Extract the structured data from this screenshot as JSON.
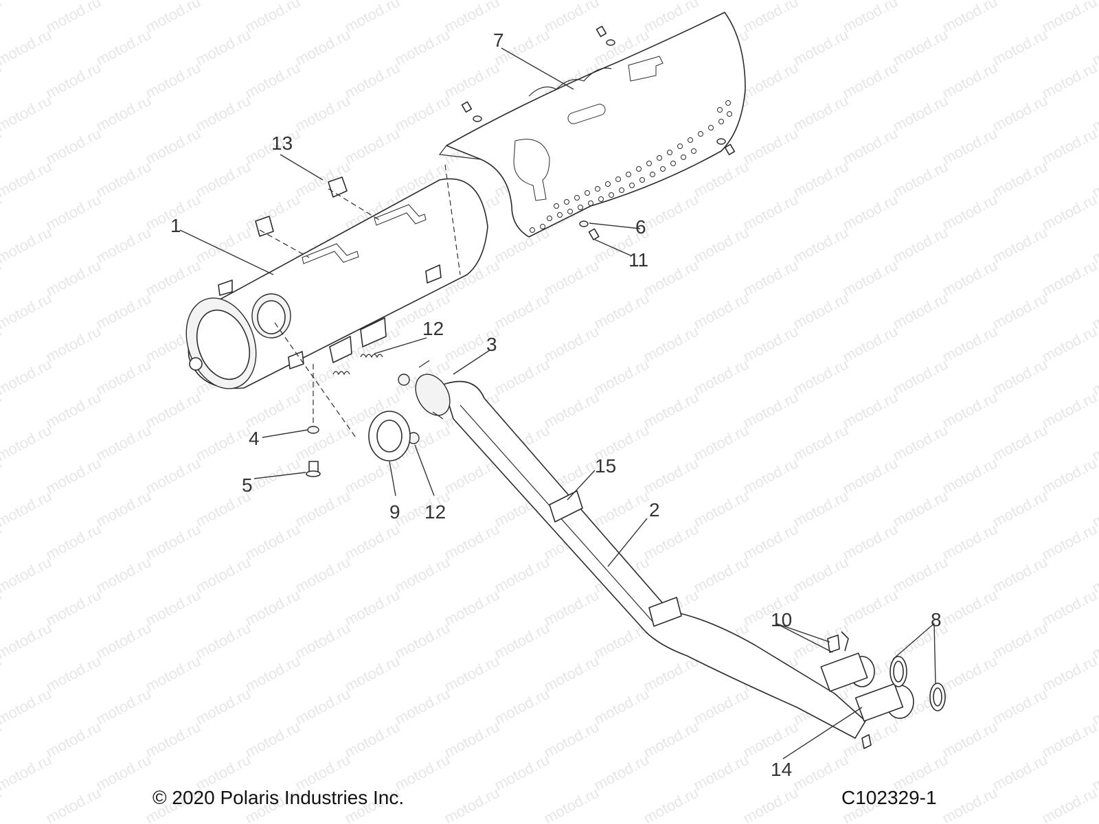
{
  "watermark": "motod.ru",
  "copyright": "© 2020 Polaris Industries Inc.",
  "drawing_id": "C102329-1",
  "callouts": {
    "c1": "1",
    "c2": "2",
    "c3": "3",
    "c4": "4",
    "c5": "5",
    "c6": "6",
    "c7": "7",
    "c8": "8",
    "c9": "9",
    "c10": "10",
    "c11": "11",
    "c12a": "12",
    "c12b": "12",
    "c13": "13",
    "c14": "14",
    "c15": "15"
  }
}
